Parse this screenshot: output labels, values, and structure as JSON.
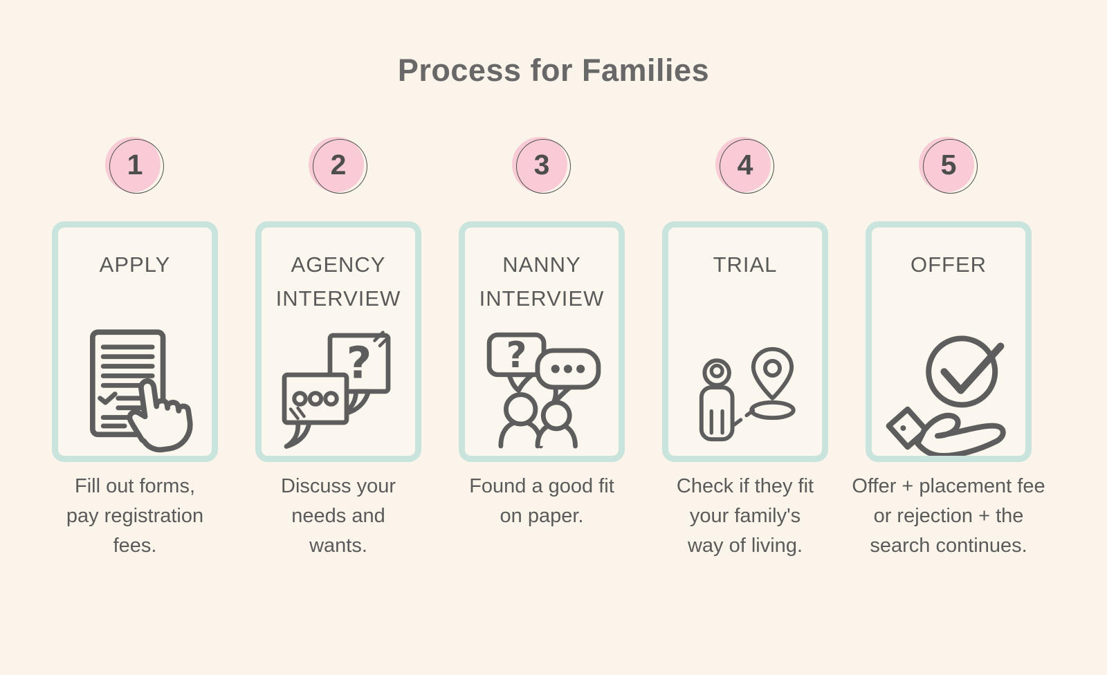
{
  "page": {
    "title": "Process for Families",
    "background_color": "#faf4ea"
  },
  "colors": {
    "badge_pink": "#f8cbd6",
    "badge_ring_gray": "#4f4f4f",
    "card_border_mint": "#c8e4dc",
    "card_background": "#fbf7ee",
    "icon_and_text_gray": "#5d5d5d"
  },
  "steps": [
    {
      "number": "1",
      "title": "APPLY",
      "icon": "form-document-hand-icon",
      "description_lines": [
        "Fill out forms,",
        "pay registration",
        "fees."
      ]
    },
    {
      "number": "2",
      "title": "AGENCY INTERVIEW",
      "icon": "question-chat-bubbles-icon",
      "description_lines": [
        "Discuss your",
        "needs and",
        "wants."
      ]
    },
    {
      "number": "3",
      "title": "NANNY INTERVIEW",
      "icon": "people-conversation-icon",
      "description_lines": [
        "Found a good fit",
        "on paper."
      ]
    },
    {
      "number": "4",
      "title": "TRIAL",
      "icon": "person-location-pin-icon",
      "description_lines": [
        "Check if they fit",
        "your family's",
        "way of living."
      ]
    },
    {
      "number": "5",
      "title": "OFFER",
      "icon": "hand-checkmark-icon",
      "description_lines": [
        "Offer + placement fee",
        "or rejection + the",
        "search continues."
      ]
    }
  ]
}
